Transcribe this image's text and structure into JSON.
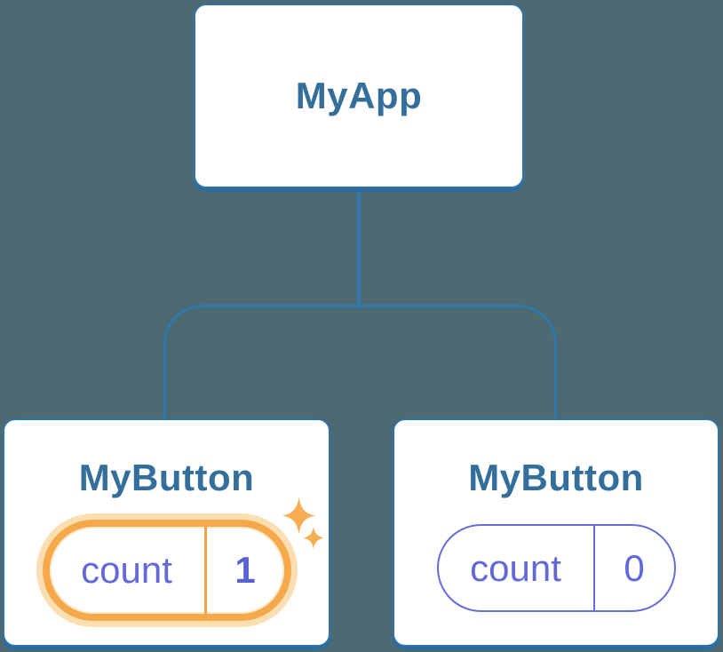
{
  "diagram": {
    "root": {
      "label": "MyApp"
    },
    "children": [
      {
        "label": "MyButton",
        "state": {
          "name": "count",
          "value": "1"
        },
        "highlighted": true
      },
      {
        "label": "MyButton",
        "state": {
          "name": "count",
          "value": "0"
        },
        "highlighted": false
      }
    ]
  },
  "icons": {
    "sparkles": "four-point-star"
  },
  "colors": {
    "background": "#4D6971",
    "connector_blue": "#2E79AE",
    "card_border_blue": "#2E74A7",
    "title_text_blue": "#346E9B",
    "state_purple": "#6368D9",
    "state_value_bold_purple": "#5A62D2",
    "highlight_orange": "#F5A94B",
    "highlight_halo": "#FBDFB2",
    "sparkle_orange": "#F7AD52"
  }
}
